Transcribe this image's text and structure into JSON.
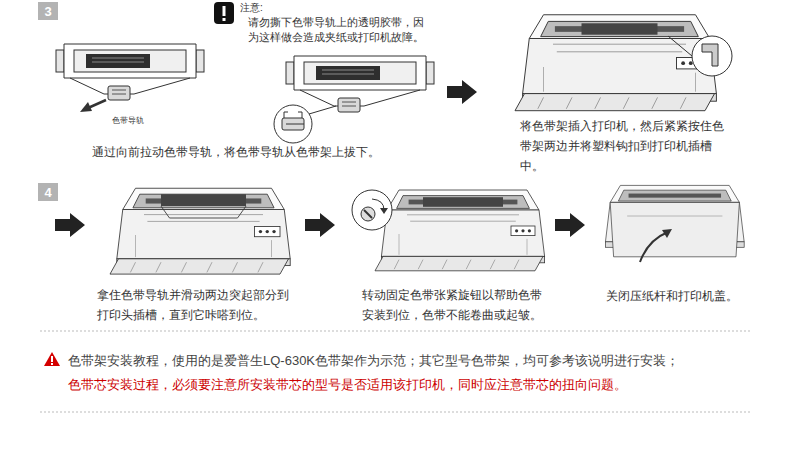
{
  "diagram": {
    "nodes": [
      {
        "text": [
          "3"
        ]
      },
      {
        "text": [
          "4"
        ]
      }
    ],
    "labels": [
      "注意:",
      "请勿撕下色带导轨上的透明胶带，因为这样做会造成夹纸或打印机故障。",
      "色带导轨",
      "通过向前拉动色带导轨，将色带导轨从色带架上拔下。",
      "将色带架插入打印机，然后紧紧按住色带架两边并将塑料钩扣到打印机插槽中。",
      "拿住色带导轨并滑动两边突起部分到打印头插槽，直到它咔嗒到位。",
      "转动固定色带张紧旋钮以帮助色带安装到位，色带不能卷曲或起皱。",
      "关闭压纸杆和打印机盖。",
      "色带架安装教程，使用的是爱普生LQ-630K色带架作为示范；其它型号色带架，均可参考该说明进行安装；",
      "色带芯安装过程，必须要注意所安装带芯的型号是否适用该打印机，同时应注意带芯的扭向问题。"
    ]
  }
}
